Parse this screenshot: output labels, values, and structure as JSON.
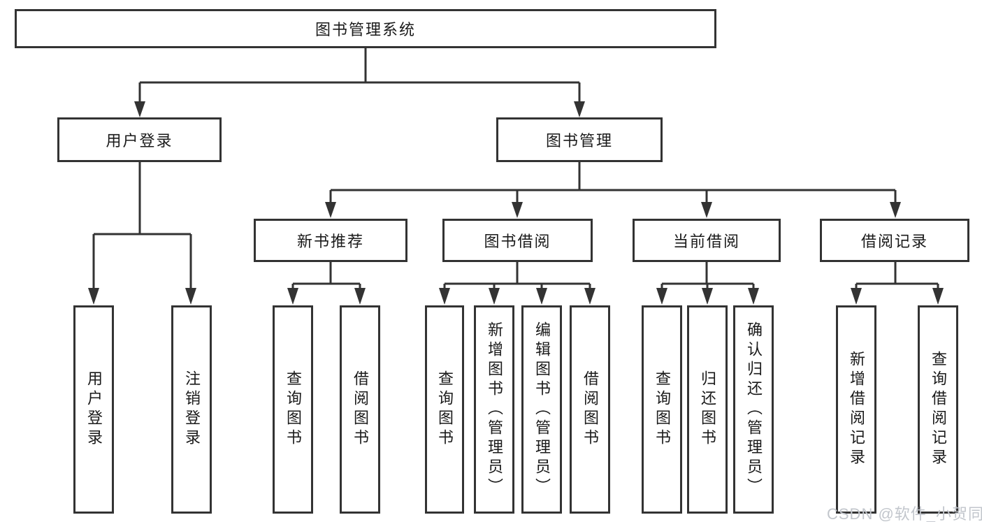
{
  "tree": {
    "root": {
      "label": "图书管理系统"
    },
    "user_login": {
      "label": "用户登录",
      "children": [
        {
          "label": "用户登录"
        },
        {
          "label": "注销登录"
        }
      ]
    },
    "book_management": {
      "label": "图书管理",
      "children": [
        {
          "label": "新书推荐",
          "children": [
            {
              "label": "查询图书"
            },
            {
              "label": "借阅图书"
            }
          ]
        },
        {
          "label": "图书借阅",
          "children": [
            {
              "label": "查询图书"
            },
            {
              "label": "新增图书（管理员）"
            },
            {
              "label": "编辑图书（管理员）"
            },
            {
              "label": "借阅图书"
            }
          ]
        },
        {
          "label": "当前借阅",
          "children": [
            {
              "label": "查询图书"
            },
            {
              "label": "归还图书"
            },
            {
              "label": "确认归还（管理员）"
            }
          ]
        },
        {
          "label": "借阅记录",
          "children": [
            {
              "label": "新增借阅记录"
            },
            {
              "label": "查询借阅记录"
            }
          ]
        }
      ]
    }
  },
  "watermark": {
    "text": "CSDN @软件_小贺同学"
  },
  "colors": {
    "background": "#ffffff",
    "line": "#333333",
    "box_border": "#333333",
    "text": "#1a1a1a",
    "watermark": "#c2c6cc"
  }
}
